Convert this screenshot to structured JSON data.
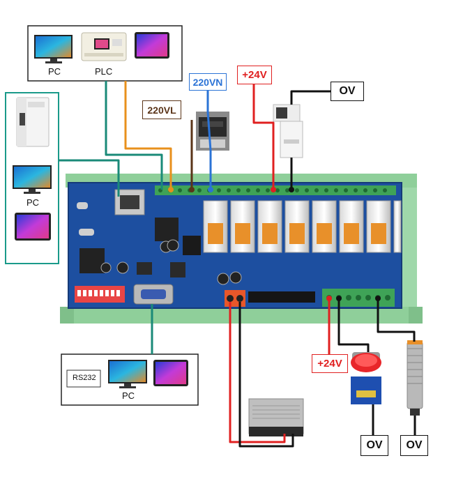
{
  "top_group": {
    "pc_label": "PC",
    "plc_label": "PLC"
  },
  "left_group": {
    "pc_label": "PC"
  },
  "bottom_group": {
    "rs232_label": "RS232",
    "pc_label": "PC"
  },
  "labels": {
    "v220n": "220VN",
    "v220l": "220VL",
    "v24_top": "+24V",
    "ov_top": "OV",
    "v24_bottom": "+24V",
    "ov_button": "OV",
    "ov_sensor": "OV"
  },
  "colors": {
    "board": "#1d4fa0",
    "rail": "#8fcf9a",
    "terminal": "#3fa357",
    "wire_orange": "#e8901c",
    "wire_teal": "#1a8a78",
    "wire_brown": "#5a3418",
    "wire_blue": "#2b73d6",
    "wire_red": "#e02020",
    "wire_black": "#111111"
  },
  "icons": [
    "monitor-icon",
    "plc-icon",
    "tablet-icon",
    "contactor-icon",
    "solenoid-valve-icon",
    "power-supply-icon",
    "push-button-icon",
    "proximity-sensor-icon"
  ]
}
